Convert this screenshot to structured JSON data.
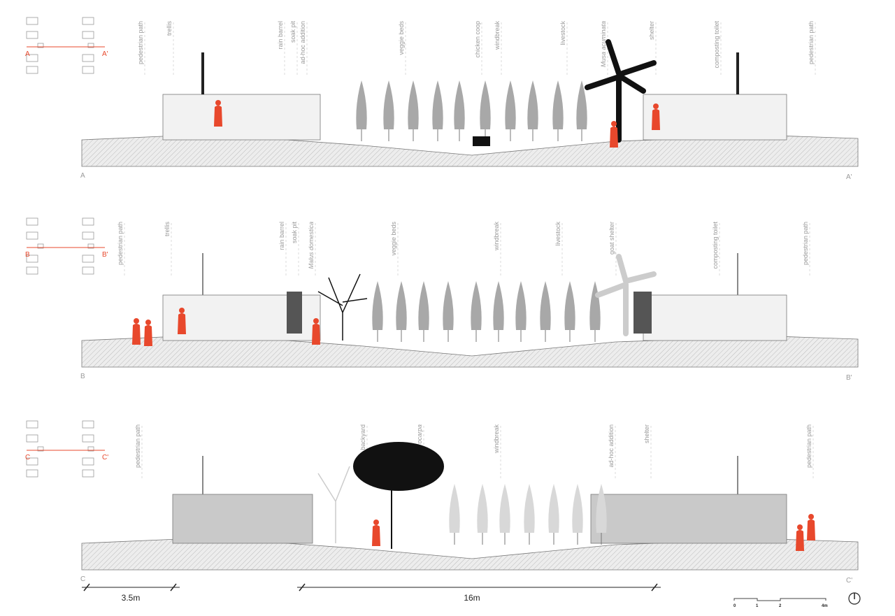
{
  "sections": [
    {
      "id": "A",
      "start_label": "A",
      "end_label": "A'",
      "labels": [
        "pedestrian path",
        "trellis",
        "rain barrel",
        "soak pit",
        "ad-hoc addition",
        "veggie beds",
        "chicken coop",
        "windbreak",
        "livestock",
        "Musa acuminata",
        "shelter",
        "composting toilet",
        "pedestrian path"
      ]
    },
    {
      "id": "B",
      "start_label": "B",
      "end_label": "B'",
      "labels": [
        "pedestrian path",
        "trellis",
        "rain barrel",
        "soak pit",
        "Malus domestica",
        "veggie beds",
        "windbreak",
        "livestock",
        "goat shelter",
        "composting toilet",
        "pedestrian path"
      ]
    },
    {
      "id": "C",
      "start_label": "C",
      "end_label": "C'",
      "labels": [
        "pedestrian path",
        "backyard",
        "Ficus microcarpa",
        "windbreak",
        "ad-hoc addition",
        "shelter",
        "pedestrian path"
      ]
    }
  ],
  "scale_bars": {
    "small": "3.5m",
    "large": "16m"
  },
  "graphic_scale": [
    "0",
    "1",
    "2",
    "4m"
  ],
  "colors": {
    "accent": "#e8482c",
    "label": "#9a9a9a",
    "ground": "#e6e6e6"
  },
  "north_arrow": "north-arrow-icon"
}
